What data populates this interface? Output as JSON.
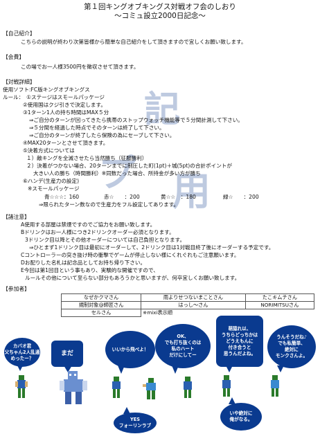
{
  "title": {
    "line1": "第１回キングオブキングス対戦オフ会のしおり",
    "line2": "〜コミュ設立2000日記念〜"
  },
  "intro": {
    "heading": "【自己紹介】",
    "body": "こちらの説明が終わり次第皆様から簡単な自己紹介をして頂きますので宜しくお願い致します。"
  },
  "fee": {
    "heading": "【会費】",
    "body": "この場でお一人様3500円を徴収させて頂きます。"
  },
  "match": {
    "heading": "【対戦詳細】",
    "soft": "使用ソフト:FC版キングオブキングス",
    "lines": [
      "ルール：　①ステージはスモールパッケージ",
      "②使用国はクジ引きで決定します。",
      "③1ターン1人の持ち時間はMAX５分",
      "⇒ご自分のターンが回ってきたら携帯のストップウォッチ機能等で５分間計測して下さい。",
      "⇒５分間を経過した時点でそのターンは終了して下さい。",
      "⇒ご自分のターンが終了したら保険の為にセーブして下さい。",
      "④MAX20ターンとさせて頂きます。",
      "⑤決着方式については",
      "１）敵キングを全滅させたら当然勝ち（征服勝利）",
      "２）決着がつかない場合、20ターンまでに制圧した町(1pt)＋城(5pt)の合計ポイントが",
      "大きい人の勝ち（時間勝利）※同数だった場合、所持金が多い方が勝ち",
      "⑥ハンデ(生産力の設定)",
      "※スモールパッケージ"
    ],
    "handicap": [
      "青☆☆☆：160",
      "赤☆　　：200",
      "黄☆☆　：180",
      "緑☆　　：200"
    ],
    "last": "⇒限られたターン数なので生産力をフル設定してあります。"
  },
  "notes": {
    "heading": "【諸注意】",
    "lines": [
      "A使用する部屋は禁煙ですのでご協力をお願い致します。",
      "Bドリンクはお一人様につき2ドリンクオーダー必須となります。",
      "3ドリンク目以降とその他オーダーについては自己負担となります。",
      "⇒ひとまず1ドリンク目は最初にオーダーして、2ドリンク目は1対戦目終了後にオーダーする予定です。",
      "Cコントローラーの突き抜け時の衝撃でゲームが停止しない様にくれぐれもご注意願います。",
      "Dお配りした名札は記念品としてお持ち帰り下さい。",
      "E今回は第1回目という事もあり、実験的な開催ですので、",
      "ルールその他について至らない部分もあろうかと思いますが、何卒宜しくお願い致します。"
    ]
  },
  "participants": {
    "heading": "【参加者】",
    "rows": [
      [
        "なぜかクマさん",
        "雨よりせつないまことさん",
        "たこキムチさん"
      ],
      [
        "規制対象@師匠さん",
        "はっし〜さん",
        "NORIMITSUさん"
      ],
      [
        "セルさん",
        "※mixi表示順",
        ""
      ]
    ]
  },
  "watermark": {
    "chars": [
      "記",
      "プ",
      "用"
    ]
  },
  "speech": {
    "b1": "カバオ君\n父ちゃん2人乱通\nめったー？",
    "b2": "まだ",
    "b3": "いいから飛べよ！",
    "b4": "OK、\nでも打ち抜くのは\n私のハート\nだけにしてー",
    "b5": "YES\nフォーリンラブ",
    "b6": "萌猿れ以、\nうちらどっちかは\nどうえもんに\n付き合うと\n思うんだよね。",
    "b7": "うんそうだね♪\nでも私簡単、\n絶対に\nモンクさんよ。",
    "b8": "いや絶対に\n俺がなる。"
  },
  "colors": {
    "bubble": "#0a3a8f",
    "watermark": "#8aa0c8"
  }
}
